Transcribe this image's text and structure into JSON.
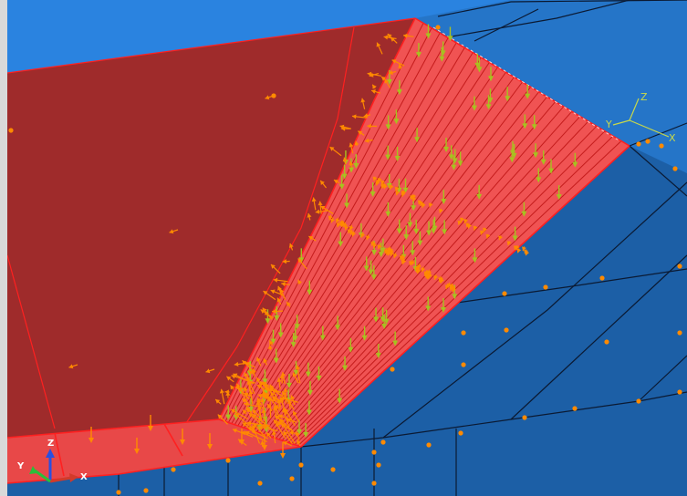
{
  "viewport": {
    "background_color": "#1c5fa6",
    "sky_color": "#2a83e0",
    "dark_face_color": "#9f2b2b",
    "selected_face_color": "#f05353",
    "mesh_line_color": "#0b1a33",
    "edge_highlight_color": "#ff2020",
    "concentrated_force_color": "#ff8a00",
    "pressure_arrow_color": "#a8c020"
  },
  "global_triad": {
    "x_label": "X",
    "y_label": "Y",
    "z_label": "Z",
    "x_color": "#d23a2a",
    "y_color": "#2bbf3a",
    "z_color": "#2a4fe0"
  },
  "local_csys": {
    "x_label": "X",
    "y_label": "Y",
    "z_label": "Z",
    "color": "#c8d84a"
  }
}
